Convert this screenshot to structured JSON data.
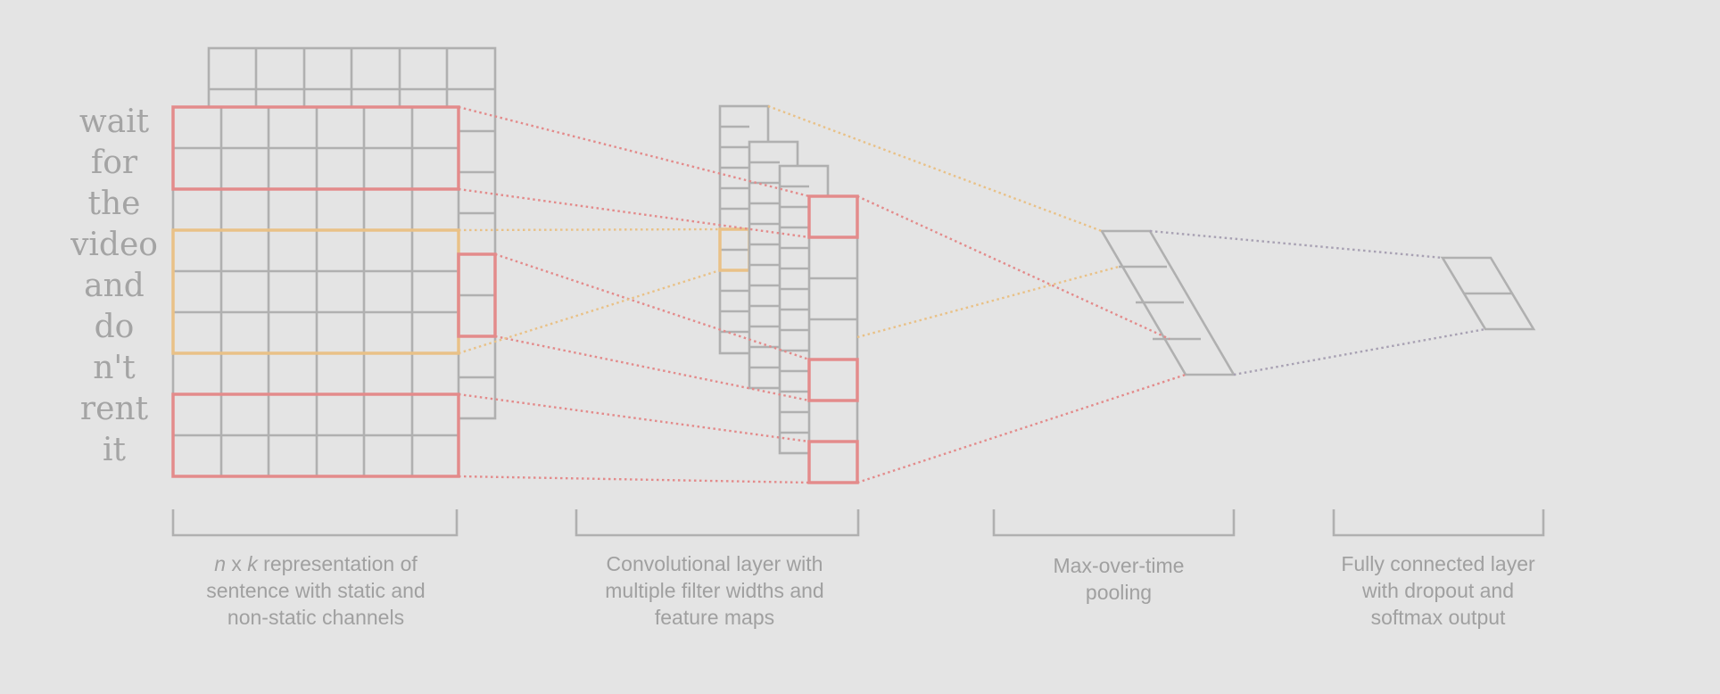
{
  "words": [
    "wait",
    "for",
    "the",
    "video",
    "and",
    "do",
    "n't",
    "rent",
    "it"
  ],
  "captions": {
    "input": {
      "var_n": "n",
      "line1_mid": " x ",
      "var_k": "k",
      "line1_rest": " representation of",
      "line2": "sentence with static and",
      "line3": "non-static channels"
    },
    "conv": {
      "line1": "Convolutional layer with",
      "line2": "multiple filter widths and",
      "line3": "feature maps"
    },
    "pool": {
      "line1": "Max-over-time",
      "line2": "pooling"
    },
    "fc": {
      "line1": "Fully connected layer",
      "line2": "with dropout and",
      "line3": "softmax output"
    }
  },
  "colors": {
    "background": "#e4e4e4",
    "grid": "#b0b0b0",
    "red_filter": "#e38b8b",
    "orange_filter": "#e9c187",
    "purple_connector": "#a8a1b3",
    "text": "#a4a4a4"
  }
}
